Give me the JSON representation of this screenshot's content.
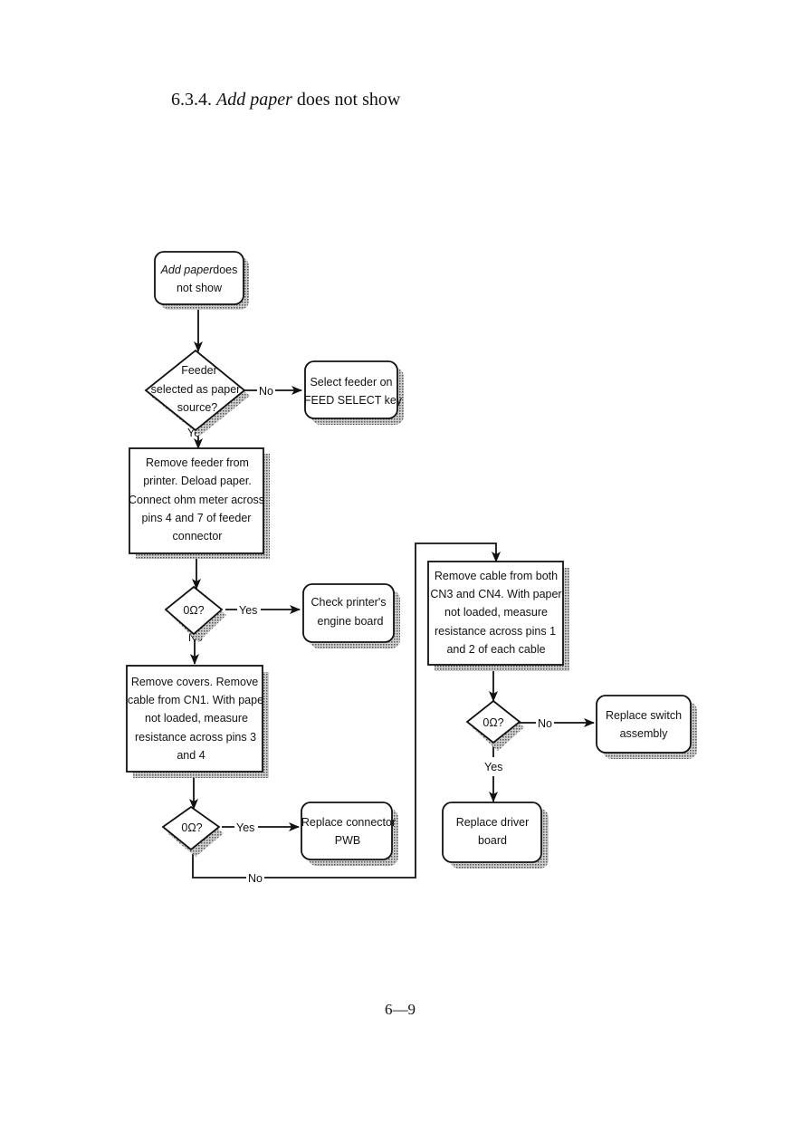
{
  "heading": {
    "number": "6.3.4.",
    "italic": "Add paper",
    "rest": "does not show"
  },
  "page_number": "6—9",
  "nodes": {
    "start": {
      "italic": "Add paper",
      "rest": "does",
      "line2": "not show"
    },
    "d_feeder": {
      "lines": [
        "Feeder",
        "selected as paper",
        "source?"
      ]
    },
    "select_feeder": {
      "lines": [
        "Select feeder on",
        "FEED SELECT key"
      ]
    },
    "remove_feeder": {
      "lines": [
        "Remove feeder from",
        "printer. Deload paper.",
        "Connect ohm meter across",
        "pins 4 and 7 of feeder",
        "connector"
      ]
    },
    "d_ohm1": {
      "lines": [
        "0Ω?"
      ]
    },
    "check_engine": {
      "lines": [
        "Check printer's",
        "engine board"
      ]
    },
    "remove_covers": {
      "lines": [
        "Remove covers. Remove",
        "cable from CN1. With pape",
        "not loaded, measure",
        "resistance across pins 3",
        "and 4"
      ]
    },
    "d_ohm2": {
      "lines": [
        "0Ω?"
      ]
    },
    "replace_connector": {
      "lines": [
        "Replace connector",
        "PWB"
      ]
    },
    "remove_cable": {
      "lines": [
        "Remove cable from both",
        "CN3 and CN4. With paper",
        "not loaded, measure",
        "resistance across pins 1",
        "and 2 of each cable"
      ]
    },
    "d_ohm3": {
      "lines": [
        "0Ω?"
      ]
    },
    "replace_switch": {
      "lines": [
        "Replace switch",
        "assembly"
      ]
    },
    "replace_driver": {
      "lines": [
        "Replace driver",
        "board"
      ]
    }
  },
  "edge_labels": {
    "feeder_no": "No",
    "feeder_yes": "Ye",
    "ohm1_yes": "Yes",
    "ohm1_no": "No",
    "ohm2_yes": "Yes",
    "ohm2_no": "No",
    "ohm3_no": "No",
    "ohm3_yes": "Yes"
  }
}
